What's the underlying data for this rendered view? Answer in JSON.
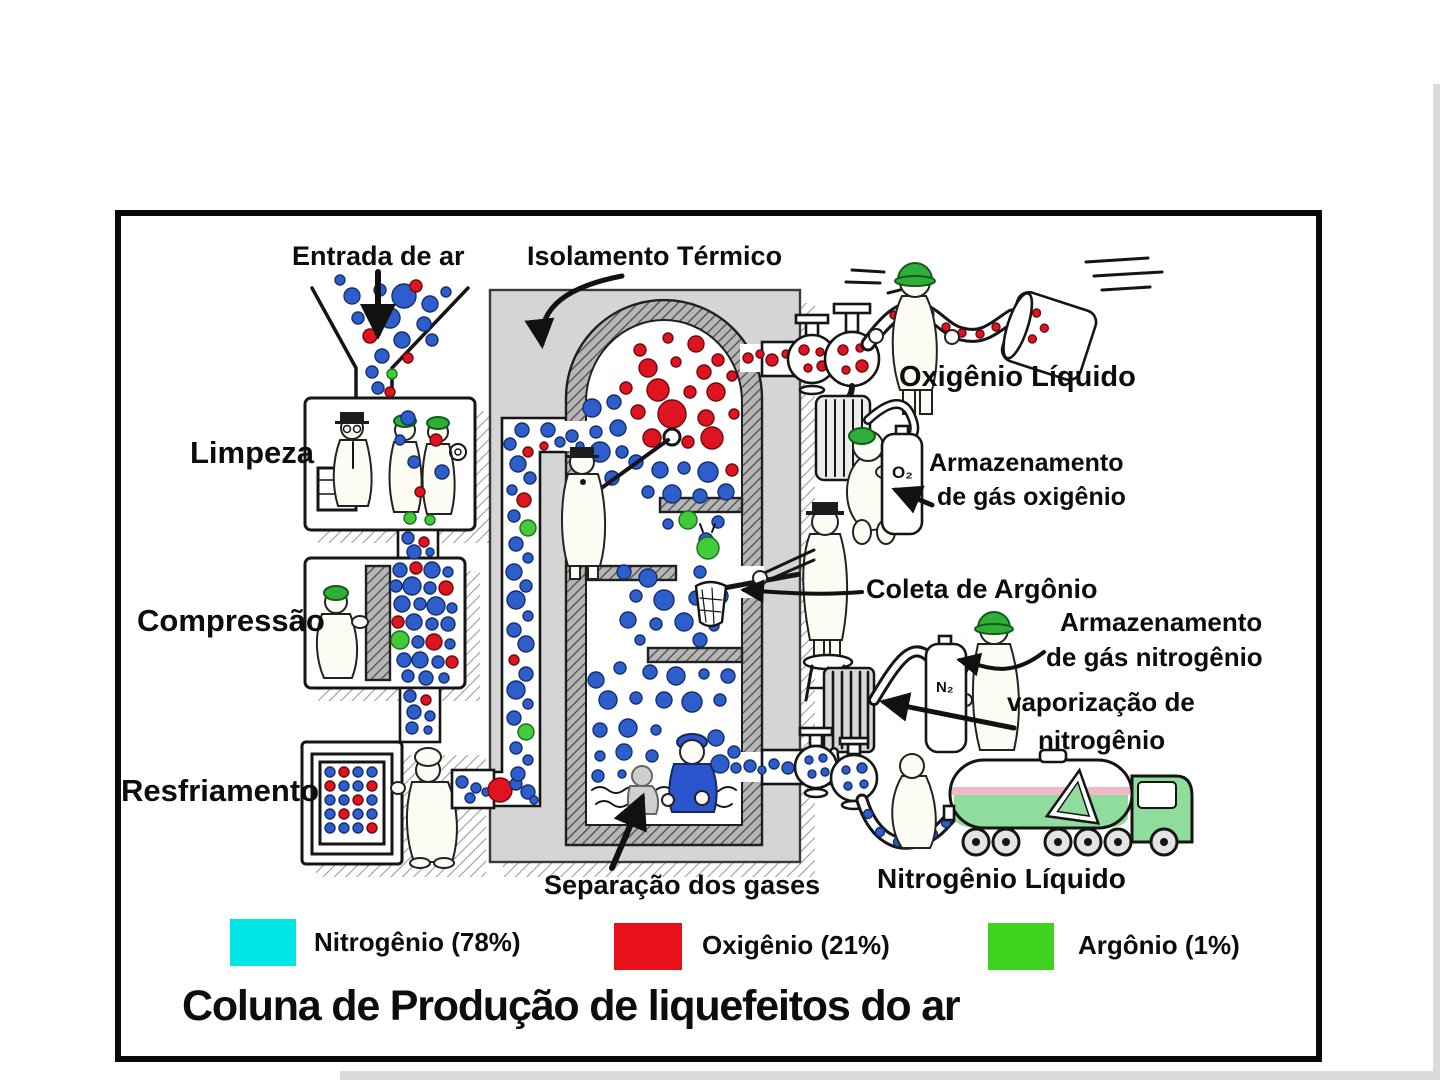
{
  "figure": {
    "title": "Coluna de Produção de liquefeitos do ar",
    "process_labels": {
      "air_inlet": "Entrada de ar",
      "thermal_insulation": "Isolamento Térmico",
      "cleaning": "Limpeza",
      "compression": "Compressão",
      "cooling": "Resfriamento",
      "gas_separation": "Separação dos gases"
    },
    "product_labels": {
      "liquid_oxygen": "Oxigênio Líquido",
      "oxygen_storage_line1": "Armazenamento",
      "oxygen_storage_line2": "de gás oxigênio",
      "argon_collection": "Coleta de Argônio",
      "nitrogen_storage_line1": "Armazenamento",
      "nitrogen_storage_line2": "de gás nitrogênio",
      "nitrogen_vaporization_line1": "vaporização de",
      "nitrogen_vaporization_line2": "nitrogênio",
      "liquid_nitrogen": "Nitrogênio Líquido"
    },
    "cylinder_labels": {
      "oxygen": "O₂",
      "nitrogen": "N₂"
    },
    "legend": [
      {
        "label": "Nitrogênio (78%)",
        "color": "#00e5e5"
      },
      {
        "label": "Oxigênio (21%)",
        "color": "#e81019"
      },
      {
        "label": "Argônio (1%)",
        "color": "#3ed41e"
      }
    ]
  }
}
